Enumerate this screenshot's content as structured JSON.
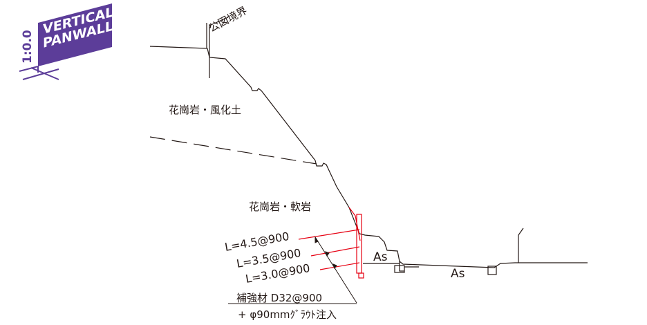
{
  "logo": {
    "line1": "VERTICAL",
    "line2": "PANWALL",
    "scale": "1:0.0",
    "color": "#5c3d99"
  },
  "labels": {
    "boundary": "公図境界",
    "upper_layer": "花崗岩・風化土",
    "lower_layer": "花崗岩・軟岩",
    "asphalt_1": "As",
    "asphalt_2": "As"
  },
  "anchors": [
    {
      "label": "L=4.5@900"
    },
    {
      "label": "L=3.5@900"
    },
    {
      "label": "L=3.0@900"
    }
  ],
  "reinforcement": {
    "line1": "補強材 D32@900",
    "line2": "+ φ90mmｸﾞﾗｳﾄ注入"
  },
  "colors": {
    "line": "#231815",
    "anchor": "#e60012"
  }
}
